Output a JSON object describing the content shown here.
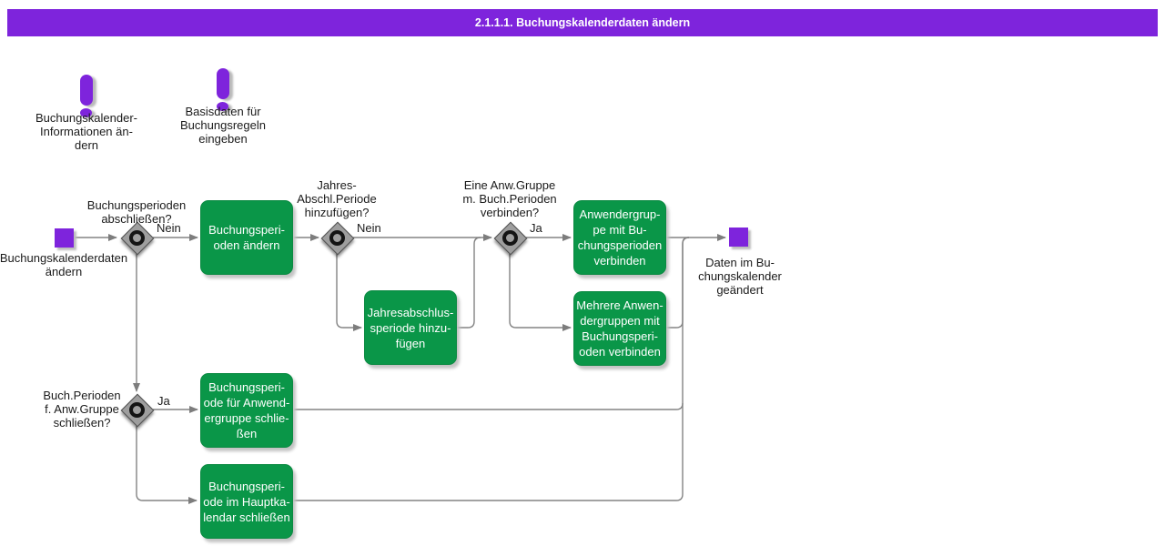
{
  "title": "2.1.1.1. Buchungskalenderdaten ändern",
  "colors": {
    "accent_purple": "#7e24dc",
    "task_green": "#0a9648",
    "connector_gray": "#808080",
    "diamond_gray": "#9e9e9e"
  },
  "notes": [
    {
      "icon": "exclamation-icon",
      "label": "Buchungskalender-\nInformationen än-\ndern"
    },
    {
      "icon": "exclamation-icon",
      "label": "Basisdaten für\nBuchungsregeln\neingeben"
    }
  ],
  "start": {
    "label": "Buchungskalenderdaten\nändern"
  },
  "end": {
    "label": "Daten im Bu-\nchungskalender\ngeändert"
  },
  "decisions": [
    {
      "question": "Buchungsperioden\nabschließen?",
      "branch": "Nein"
    },
    {
      "question": "Jahres-\nAbschl.Periode\nhinzufügen?",
      "branch": "Nein"
    },
    {
      "question": "Eine Anw.Gruppe\nm. Buch.Perioden\nverbinden?",
      "branch": "Ja"
    },
    {
      "question": "Buch.Perioden\nf. Anw.Gruppe\nschließen?",
      "branch": "Ja"
    }
  ],
  "tasks": [
    {
      "label": "Buchungsperi-\noden ändern"
    },
    {
      "label": "Jahresabschlus-\nsperiode hinzu-\nfügen"
    },
    {
      "label": "Anwendergrup-\npe mit Bu-\nchungsperioden\nverbinden"
    },
    {
      "label": "Mehrere Anwen-\ndergruppen mit\nBuchungsperi-\noden verbinden"
    },
    {
      "label": "Buchungsperi-\node für Anwend-\nergruppe schlie-\nßen"
    },
    {
      "label": "Buchungsperi-\node im Hauptka-\nlendar schließen"
    }
  ]
}
